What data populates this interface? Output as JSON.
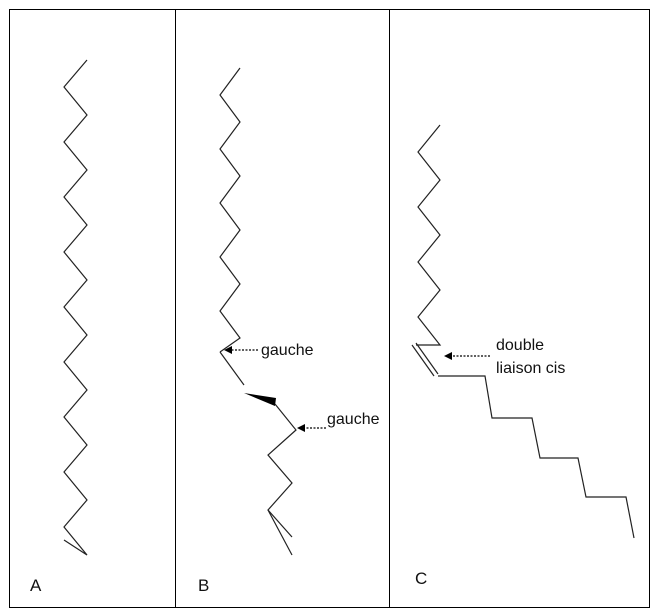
{
  "panels": [
    {
      "id": "A",
      "label": "A"
    },
    {
      "id": "B",
      "label": "B",
      "annotations": [
        "gauche",
        "gauche"
      ]
    },
    {
      "id": "C",
      "label": "C",
      "annotations": [
        "double",
        "liaison cis"
      ]
    }
  ],
  "colors": {
    "line": "#222222",
    "frame": "#000000",
    "background": "#ffffff"
  }
}
